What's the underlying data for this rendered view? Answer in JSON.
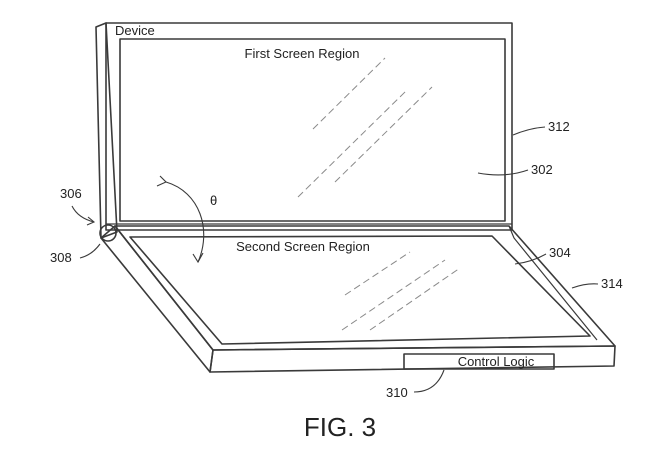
{
  "figure": {
    "device_label": "Device",
    "first_screen_label": "First Screen Region",
    "second_screen_label": "Second Screen Region",
    "control_logic_label": "Control Logic",
    "angle_symbol": "θ",
    "caption": "FIG. 3"
  },
  "reference_numerals": {
    "r302": "302",
    "r304": "304",
    "r306": "306",
    "r308": "308",
    "r310": "310",
    "r312": "312",
    "r314": "314"
  },
  "colors": {
    "line": "#3a3a3a",
    "glare": "#8a8a8a",
    "background": "#ffffff"
  }
}
